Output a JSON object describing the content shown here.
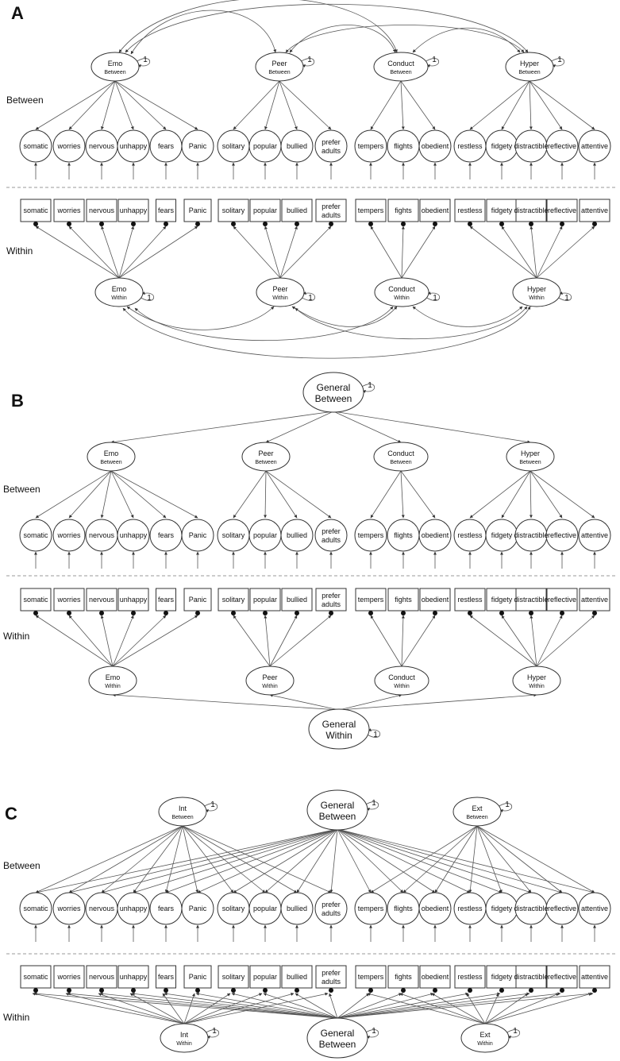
{
  "panels": [
    {
      "letter": "A",
      "between_label": "Between",
      "within_label": "Within",
      "between_factors": [
        {
          "name": "Emo",
          "sub": "Between",
          "loop": "1"
        },
        {
          "name": "Peer",
          "sub": "Between",
          "loop": "1"
        },
        {
          "name": "Conduct",
          "sub": "Between",
          "loop": "1"
        },
        {
          "name": "Hyper",
          "sub": "Between",
          "loop": "1"
        }
      ],
      "between_items": [
        "somatic",
        "worries",
        "nervous",
        "unhappy",
        "fears",
        "Panic",
        "solitary",
        "popular",
        "bullied",
        "prefer adults",
        "tempers",
        "flights",
        "obedient",
        "restless",
        "fidgety",
        "distractible",
        "reflective",
        "attentive"
      ],
      "within_items": [
        "somatic",
        "worries",
        "nervous",
        "unhappy",
        "fears",
        "Panic",
        "solitary",
        "popular",
        "bullied",
        "prefer adults",
        "tempers",
        "fights",
        "obedient",
        "restless",
        "fidgety",
        "distractible",
        "reflective",
        "attentive"
      ],
      "within_factors": [
        {
          "name": "Emo",
          "sub": "Within",
          "loop": "1"
        },
        {
          "name": "Peer",
          "sub": "Within",
          "loop": "1"
        },
        {
          "name": "Conduct",
          "sub": "Within",
          "loop": "1"
        },
        {
          "name": "Hyper",
          "sub": "Within",
          "loop": "1"
        }
      ]
    },
    {
      "letter": "B",
      "between_label": "Between",
      "within_label": "Within",
      "general_between": {
        "name": "General",
        "sub": "Between",
        "loop": "1"
      },
      "between_factors": [
        {
          "name": "Emo",
          "sub": "Between"
        },
        {
          "name": "Peer",
          "sub": "Between"
        },
        {
          "name": "Conduct",
          "sub": "Between"
        },
        {
          "name": "Hyper",
          "sub": "Between"
        }
      ],
      "between_items": [
        "somatic",
        "worries",
        "nervous",
        "unhappy",
        "fears",
        "Panic",
        "solitary",
        "popular",
        "bullied",
        "prefer adults",
        "tempers",
        "flights",
        "obedient",
        "restless",
        "fidgety",
        "distractible",
        "reflective",
        "attentive"
      ],
      "within_items": [
        "somatic",
        "worries",
        "nervous",
        "unhappy",
        "fears",
        "Panic",
        "solitary",
        "popular",
        "bullied",
        "prefer adults",
        "tempers",
        "fights",
        "obedient",
        "restless",
        "fidgety",
        "distractible",
        "reflective",
        "attentive"
      ],
      "within_factors": [
        {
          "name": "Emo",
          "sub": "Within"
        },
        {
          "name": "Peer",
          "sub": "Within"
        },
        {
          "name": "Conduct",
          "sub": "Within"
        },
        {
          "name": "Hyper",
          "sub": "Within"
        }
      ],
      "general_within": {
        "name": "General",
        "sub": "Within",
        "loop": "1"
      }
    },
    {
      "letter": "C",
      "between_label": "Between",
      "within_label": "Within",
      "int_between": {
        "name": "Int",
        "sub": "Between",
        "loop": "1"
      },
      "general_between": {
        "name": "General",
        "sub": "Between",
        "loop": "1"
      },
      "ext_between": {
        "name": "Ext",
        "sub": "Between",
        "loop": "1"
      },
      "between_items": [
        "somatic",
        "worries",
        "nervous",
        "unhappy",
        "fears",
        "Panic",
        "solitary",
        "popular",
        "bullied",
        "prefer adults",
        "tempers",
        "flights",
        "obedient",
        "restless",
        "fidgety",
        "distractible",
        "reflective",
        "attentive"
      ],
      "within_items": [
        "somatic",
        "worries",
        "nervous",
        "unhappy",
        "fears",
        "Panic",
        "solitary",
        "popular",
        "bullied",
        "prefer adults",
        "tempers",
        "fights",
        "obedient",
        "restless",
        "fidgety",
        "distractible",
        "reflective",
        "attentive"
      ],
      "int_within": {
        "name": "Int",
        "sub": "Within",
        "loop": "1"
      },
      "general_within": {
        "name": "General",
        "sub": "Between",
        "loop": "1"
      },
      "ext_within": {
        "name": "Ext",
        "sub": "Within",
        "loop": "1"
      }
    }
  ]
}
